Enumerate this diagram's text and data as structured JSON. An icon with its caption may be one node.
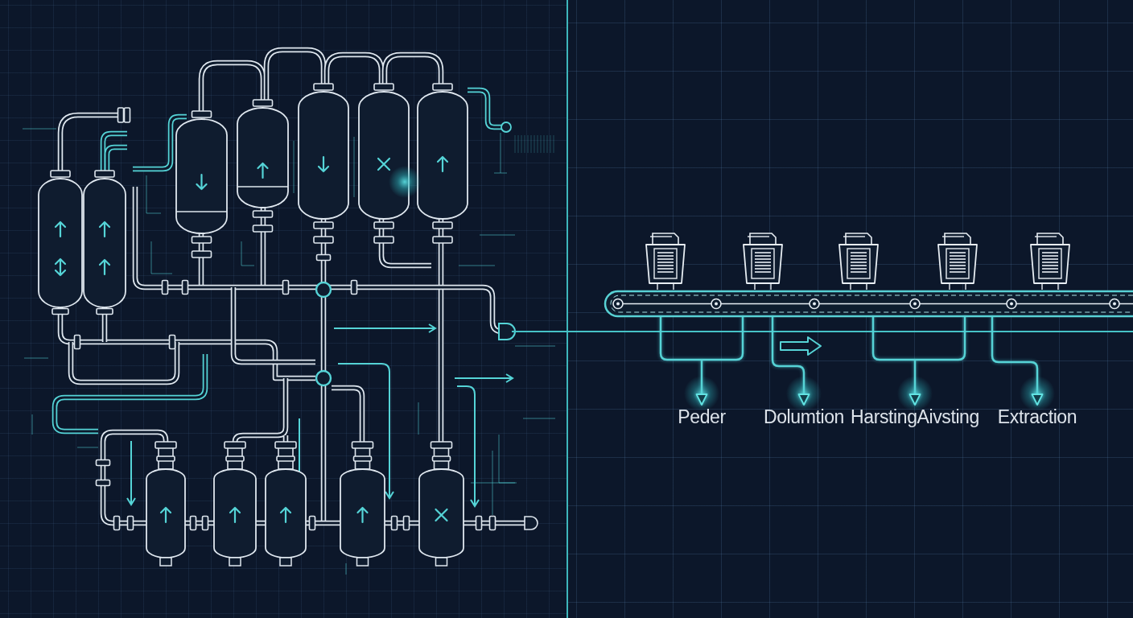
{
  "diagram": {
    "nodes": [
      {
        "text": [],
        "shape": "bar"
      },
      {
        "text": [
          "Peder"
        ]
      },
      {
        "text": [
          "Dolumtion"
        ]
      },
      {
        "text": [
          "HarstingAivsting"
        ]
      },
      {
        "text": [
          "Extraction"
        ]
      }
    ],
    "edges": [
      {
        "from": 0,
        "to": 1,
        "arrow": "to"
      },
      {
        "from": 0,
        "to": 2,
        "arrow": "to"
      },
      {
        "from": 0,
        "to": 3,
        "arrow": "to"
      },
      {
        "from": 0,
        "to": 4,
        "arrow": "to"
      }
    ]
  }
}
